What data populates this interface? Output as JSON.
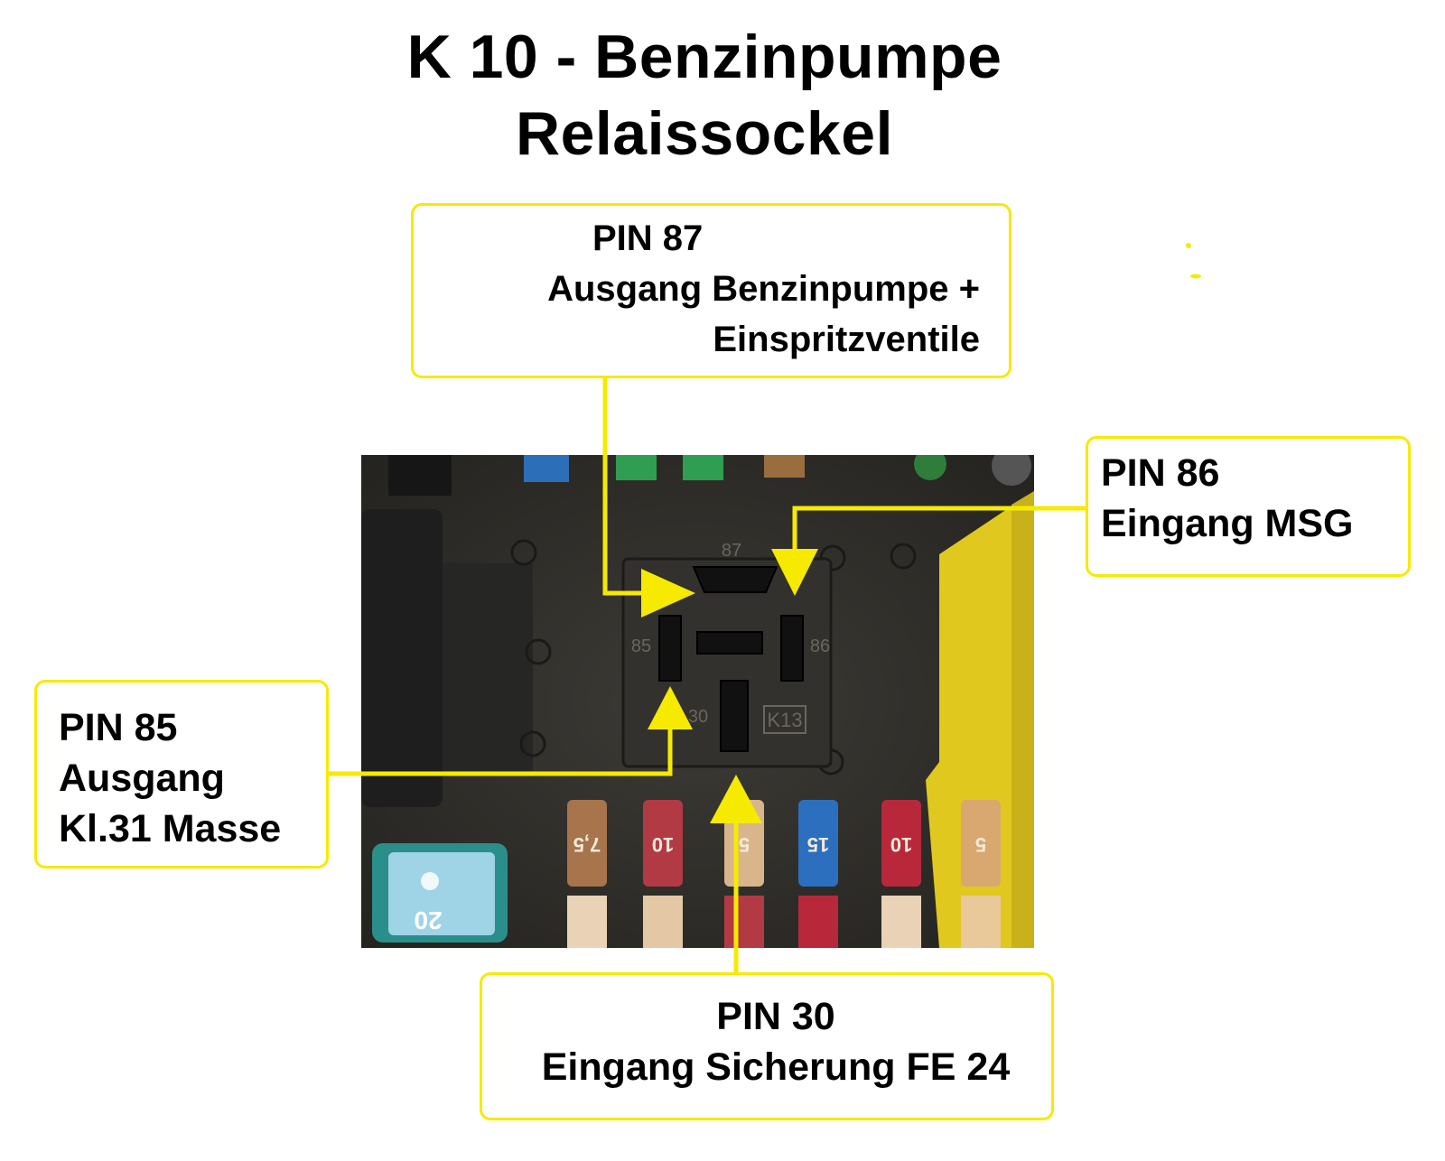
{
  "title": {
    "line1": "K 10 - Benzinpumpe",
    "line2": "Relaissockel"
  },
  "callouts": {
    "pin87": {
      "pin": "PIN 87",
      "line2": "Ausgang Benzinpumpe +",
      "line3": "Einspritzventile"
    },
    "pin86": {
      "pin": "PIN 86",
      "line2": "Eingang MSG"
    },
    "pin85": {
      "pin": "PIN 85",
      "line2": "Ausgang",
      "line3": "Kl.31 Masse"
    },
    "pin30": {
      "pin": "PIN 30",
      "line2": "Eingang Sicherung FE 24"
    }
  },
  "photo": {
    "socket_labels": {
      "top": "87",
      "right": "86",
      "left": "85",
      "bottom": "30",
      "relay": "K13"
    },
    "fuse_labels": [
      "7,5",
      "10",
      "5",
      "15",
      "10",
      "5"
    ],
    "maxi_fuse_label": "20"
  },
  "colors": {
    "callout_border": "#f5ea00",
    "arrow": "#f5ea00"
  }
}
